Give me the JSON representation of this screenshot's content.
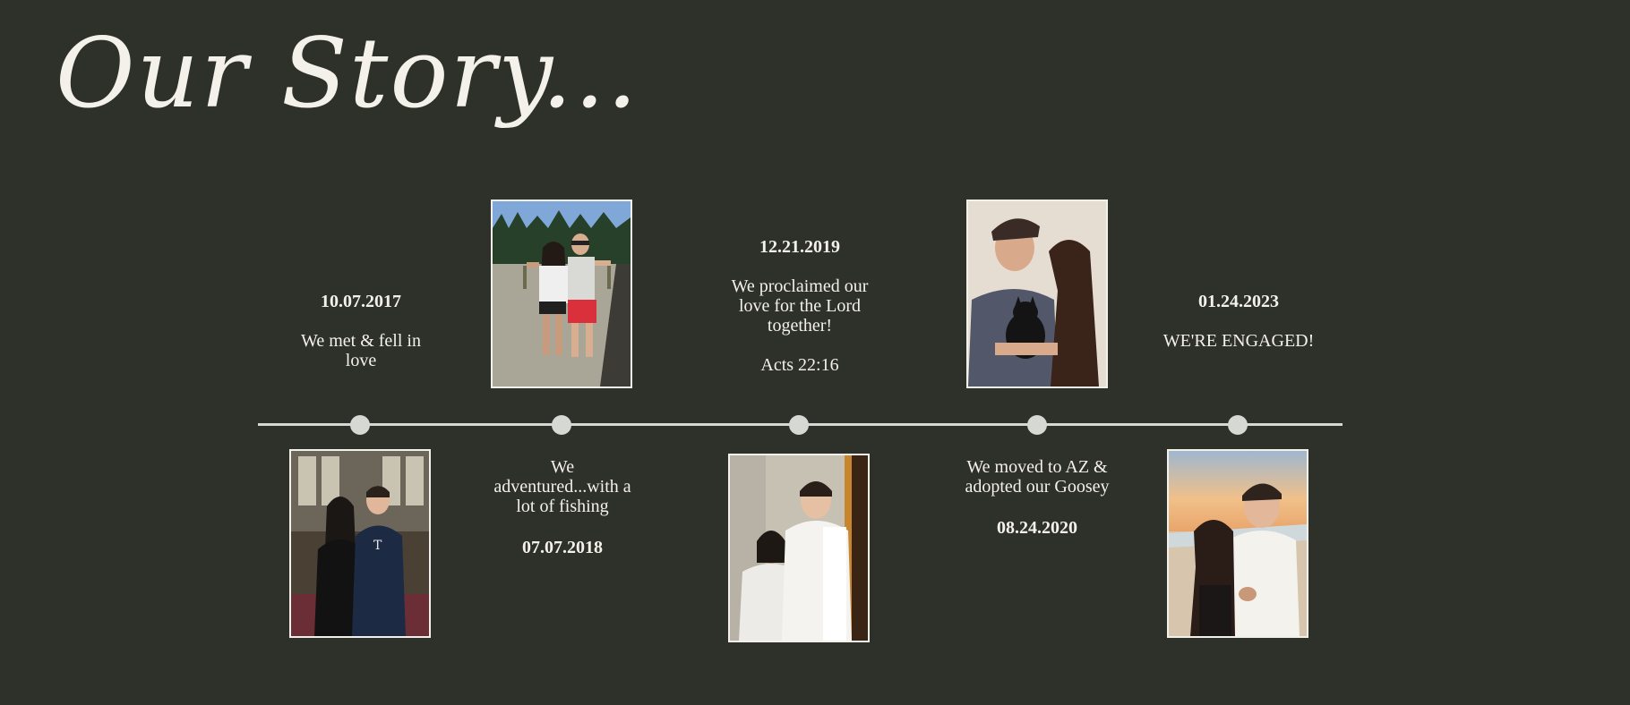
{
  "header": {
    "title": "Our Story..."
  },
  "events": [
    {
      "date": "10.07.2017",
      "desc": "We met & fell in love"
    },
    {
      "date": "07.07.2018",
      "desc": "We adventured...with a lot of fishing"
    },
    {
      "date": "12.21.2019",
      "desc": "We proclaimed our love for the Lord together!",
      "verse": "Acts 22:16"
    },
    {
      "date": "08.24.2020",
      "desc": "We moved to AZ & adopted our Goosey"
    },
    {
      "date": "01.24.2023",
      "desc": "WE'RE ENGAGED!"
    }
  ],
  "photos": [
    {
      "icon": "couple-indoor-photo"
    },
    {
      "icon": "couple-fishing-photo"
    },
    {
      "icon": "couple-baptism-photo"
    },
    {
      "icon": "couple-with-cat-photo"
    },
    {
      "icon": "couple-beach-engagement-photo"
    }
  ],
  "colors": {
    "background": "#2e302a",
    "text": "#f4f1ea",
    "timeline": "#d6d8d3"
  }
}
